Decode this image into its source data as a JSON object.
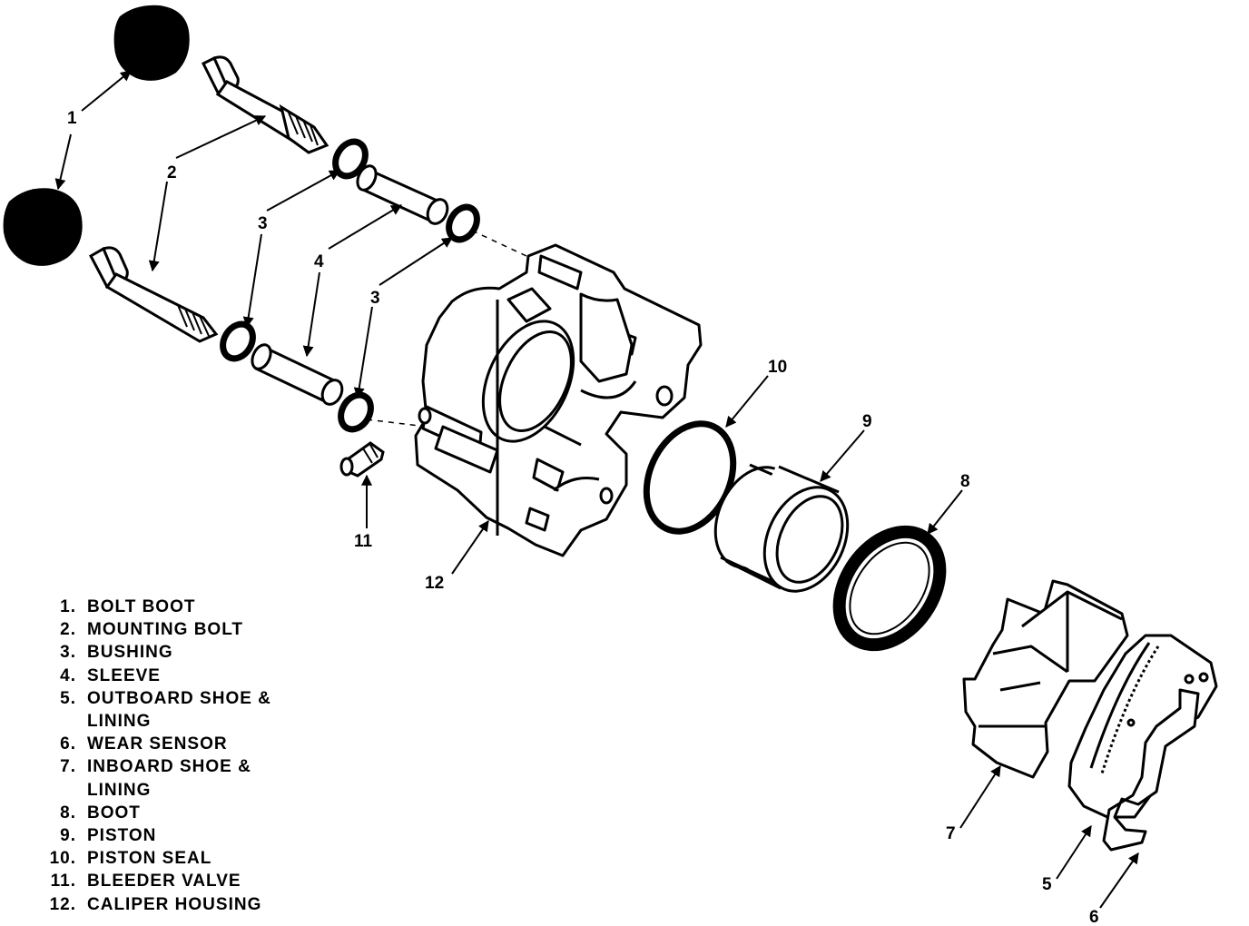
{
  "callouts": {
    "c1": "1",
    "c2": "2",
    "c3a": "3",
    "c3b": "3",
    "c4": "4",
    "c5": "5",
    "c6": "6",
    "c7": "7",
    "c8": "8",
    "c9": "9",
    "c10": "10",
    "c11": "11",
    "c12": "12"
  },
  "legend": [
    {
      "num": "1.",
      "lines": [
        "BOLT BOOT"
      ]
    },
    {
      "num": "2.",
      "lines": [
        "MOUNTING BOLT"
      ]
    },
    {
      "num": "3.",
      "lines": [
        "BUSHING"
      ]
    },
    {
      "num": "4.",
      "lines": [
        "SLEEVE"
      ]
    },
    {
      "num": "5.",
      "lines": [
        "OUTBOARD SHOE &",
        "LINING"
      ]
    },
    {
      "num": "6.",
      "lines": [
        "WEAR SENSOR"
      ]
    },
    {
      "num": "7.",
      "lines": [
        "INBOARD SHOE &",
        "LINING"
      ]
    },
    {
      "num": "8.",
      "lines": [
        "BOOT"
      ]
    },
    {
      "num": "9.",
      "lines": [
        "PISTON"
      ]
    },
    {
      "num": "10.",
      "lines": [
        "PISTON SEAL"
      ]
    },
    {
      "num": "11.",
      "lines": [
        "BLEEDER VALVE"
      ]
    },
    {
      "num": "12.",
      "lines": [
        "CALIPER HOUSING"
      ]
    }
  ]
}
